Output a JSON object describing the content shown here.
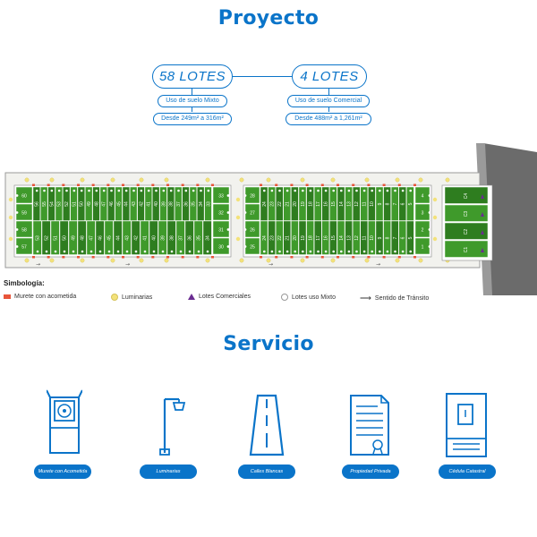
{
  "header": {
    "title": "Proyecto"
  },
  "lots": {
    "mixed": {
      "label": "58 LOTES",
      "use": "Uso de suelo Mixto",
      "size": "Desde 249m² a 316m²"
    },
    "commercial": {
      "label": "4 LOTES",
      "use": "Uso de suelo Comercial",
      "size": "Desde 488m² a 1,261m²"
    }
  },
  "map": {
    "block_a": {
      "left_col": [
        "60",
        "59",
        "58",
        "57"
      ],
      "top_row": [
        "56",
        "55",
        "54",
        "53",
        "52",
        "51",
        "50",
        "49",
        "48",
        "47",
        "46",
        "45",
        "44",
        "43",
        "42",
        "41",
        "40",
        "39",
        "38",
        "37",
        "36",
        "35",
        "34",
        "33"
      ],
      "bottom_row": [
        "53",
        "52",
        "51",
        "50",
        "49",
        "48",
        "47",
        "46",
        "45",
        "44",
        "43",
        "42",
        "41",
        "40",
        "39",
        "38",
        "37",
        "36",
        "35",
        "34"
      ],
      "right_col": [
        "33",
        "32",
        "31",
        "30"
      ]
    },
    "block_b": {
      "left_col": [
        "28",
        "27",
        "26",
        "25"
      ],
      "top_row": [
        "24",
        "23",
        "22",
        "21",
        "20",
        "19",
        "18",
        "17",
        "16",
        "15",
        "14",
        "13",
        "12",
        "11",
        "10",
        "9",
        "8",
        "7",
        "6",
        "5"
      ],
      "bottom_row": [
        "24",
        "23",
        "22",
        "21",
        "20",
        "19",
        "18",
        "17",
        "16",
        "15",
        "14",
        "13",
        "12",
        "11",
        "10",
        "9",
        "8",
        "7",
        "6",
        "5"
      ],
      "right_col": [
        "4",
        "3",
        "2",
        "1"
      ]
    },
    "commercial_lots": [
      "C1",
      "C2",
      "C3",
      "C4"
    ],
    "colors": {
      "lot_green": "#3f9a2b",
      "lot_dark": "#2e7d1f",
      "road": "#6b6b6b",
      "murete": "#e8553a",
      "lamp": "#f3e27a",
      "commercial": "#6a2c91"
    }
  },
  "legend": {
    "title": "Simbología:",
    "items": [
      {
        "label": "Murete con acometida"
      },
      {
        "label": "Luminarias"
      },
      {
        "label": "Lotes Comerciales"
      },
      {
        "label": "Lotes uso Mixto"
      },
      {
        "label": "Sentido de Tránsito"
      }
    ]
  },
  "service": {
    "title": "Servicio",
    "items": [
      {
        "label": "Murete con Acometida",
        "icon": "murete-icon"
      },
      {
        "label": "Luminarias",
        "icon": "lamp-icon"
      },
      {
        "label": "Calles Blancas",
        "icon": "road-icon"
      },
      {
        "label": "Propiedad Privada",
        "icon": "deed-icon"
      },
      {
        "label": "Cédula Catastral",
        "icon": "cadastral-icon"
      }
    ]
  }
}
